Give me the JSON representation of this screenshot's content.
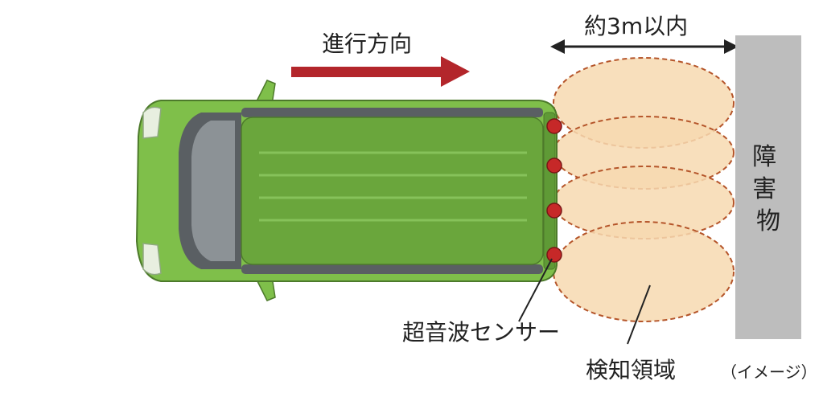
{
  "labels": {
    "direction": "進行方向",
    "distance": "約3m以内",
    "obstacle": "障害物",
    "sensor": "超音波センサー",
    "area": "検知領域",
    "note": "（イメージ）"
  },
  "colors": {
    "car_body": "#7fbf4a",
    "car_roof": "#6aa63c",
    "car_glass": "#5a5f63",
    "arrow": "#b3262b",
    "sensor": "#c62828",
    "zone_fill": "#f7d9b0",
    "zone_stroke": "#b5552a",
    "obstacle": "#bdbdbd"
  }
}
